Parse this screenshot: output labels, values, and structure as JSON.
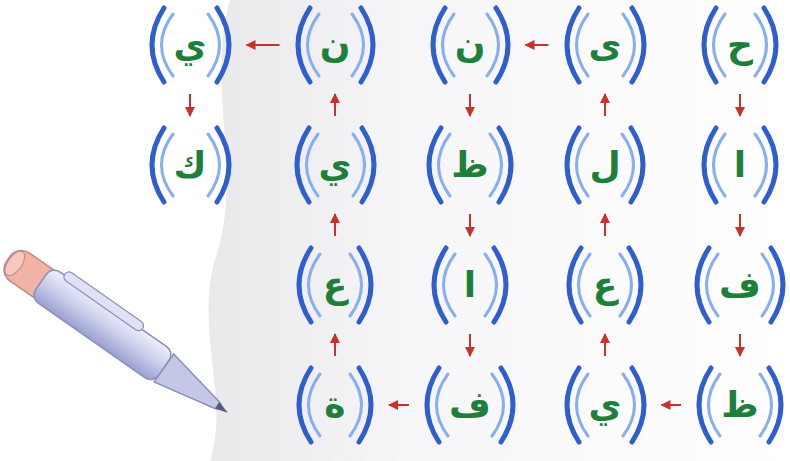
{
  "diagram": {
    "nodes": [
      {
        "text": [
          "ح"
        ]
      },
      {
        "text": [
          "ا"
        ]
      },
      {
        "text": [
          "ف"
        ]
      },
      {
        "text": [
          "ظ"
        ]
      },
      {
        "text": [
          "ي"
        ]
      },
      {
        "text": [
          "ع"
        ]
      },
      {
        "text": [
          "ل"
        ]
      },
      {
        "text": [
          "ى"
        ]
      },
      {
        "text": [
          "ن"
        ]
      },
      {
        "text": [
          "ظ"
        ]
      },
      {
        "text": [
          "ا"
        ]
      },
      {
        "text": [
          "ف"
        ]
      },
      {
        "text": [
          "ة"
        ]
      },
      {
        "text": [
          "ع"
        ]
      },
      {
        "text": [
          "ي"
        ]
      },
      {
        "text": [
          "ن"
        ]
      },
      {
        "text": [
          "ي"
        ]
      },
      {
        "text": [
          "ك"
        ]
      }
    ],
    "edges": [
      {
        "from": 0,
        "to": 1,
        "arrow": "to"
      },
      {
        "from": 1,
        "to": 2,
        "arrow": "to"
      },
      {
        "from": 2,
        "to": 3,
        "arrow": "to"
      },
      {
        "from": 3,
        "to": 4,
        "arrow": "to"
      },
      {
        "from": 4,
        "to": 5,
        "arrow": "to"
      },
      {
        "from": 5,
        "to": 6,
        "arrow": "to"
      },
      {
        "from": 6,
        "to": 7,
        "arrow": "to"
      },
      {
        "from": 7,
        "to": 8,
        "arrow": "to"
      },
      {
        "from": 8,
        "to": 9,
        "arrow": "to"
      },
      {
        "from": 9,
        "to": 10,
        "arrow": "to"
      },
      {
        "from": 10,
        "to": 11,
        "arrow": "to"
      },
      {
        "from": 11,
        "to": 12,
        "arrow": "to"
      },
      {
        "from": 12,
        "to": 13,
        "arrow": "to"
      },
      {
        "from": 13,
        "to": 14,
        "arrow": "to"
      },
      {
        "from": 14,
        "to": 15,
        "arrow": "to"
      },
      {
        "from": 15,
        "to": 16,
        "arrow": "to"
      },
      {
        "from": 16,
        "to": 17,
        "arrow": "to"
      }
    ]
  }
}
